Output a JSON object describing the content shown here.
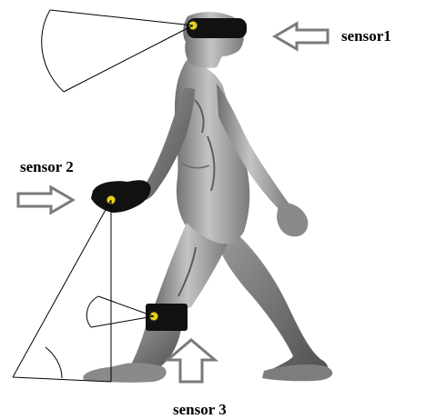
{
  "labels": {
    "sensor1": "sensor1",
    "sensor2": "sensor 2",
    "sensor3": "sensor 3"
  },
  "colors": {
    "body_light": "#c9c9c9",
    "body_mid": "#8e8e8e",
    "body_dark": "#555555",
    "band": "#111111",
    "sensor_dot": "#e8d21c",
    "arrow_fill": "#ffffff",
    "arrow_stroke": "#7a7a7a",
    "line": "#000000"
  },
  "icons": {
    "arrow_sensor1": "left-arrow-icon",
    "arrow_sensor2": "right-arrow-icon",
    "arrow_sensor3": "up-arrow-icon"
  }
}
